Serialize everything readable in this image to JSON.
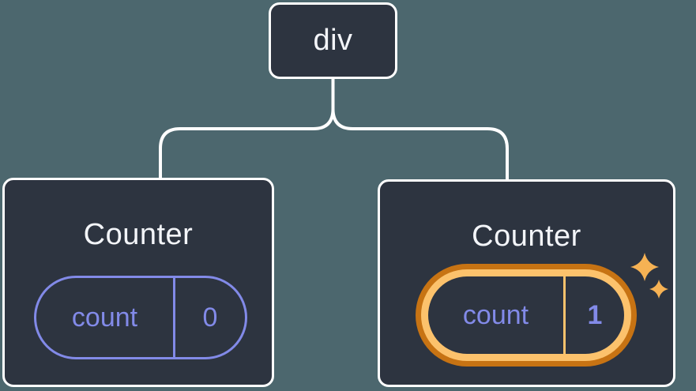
{
  "diagram": {
    "description": "React component tree with state",
    "root_node": {
      "label": "div"
    },
    "children": [
      {
        "title": "Counter",
        "state_pill": {
          "key": "count",
          "value": "0",
          "highlighted": false
        }
      },
      {
        "title": "Counter",
        "state_pill": {
          "key": "count",
          "value": "1",
          "highlighted": true
        }
      }
    ]
  },
  "colors": {
    "background": "#4c676e",
    "node_fill": "#2d3440",
    "node_border": "#ffffff",
    "connector_line": "#ffffff",
    "state_purple": "#828ae8",
    "highlight_orange_dark": "#c77313",
    "highlight_orange_light": "#fcc26c",
    "sparkle": "#f6b254",
    "title_text": "#f3f5f9"
  }
}
